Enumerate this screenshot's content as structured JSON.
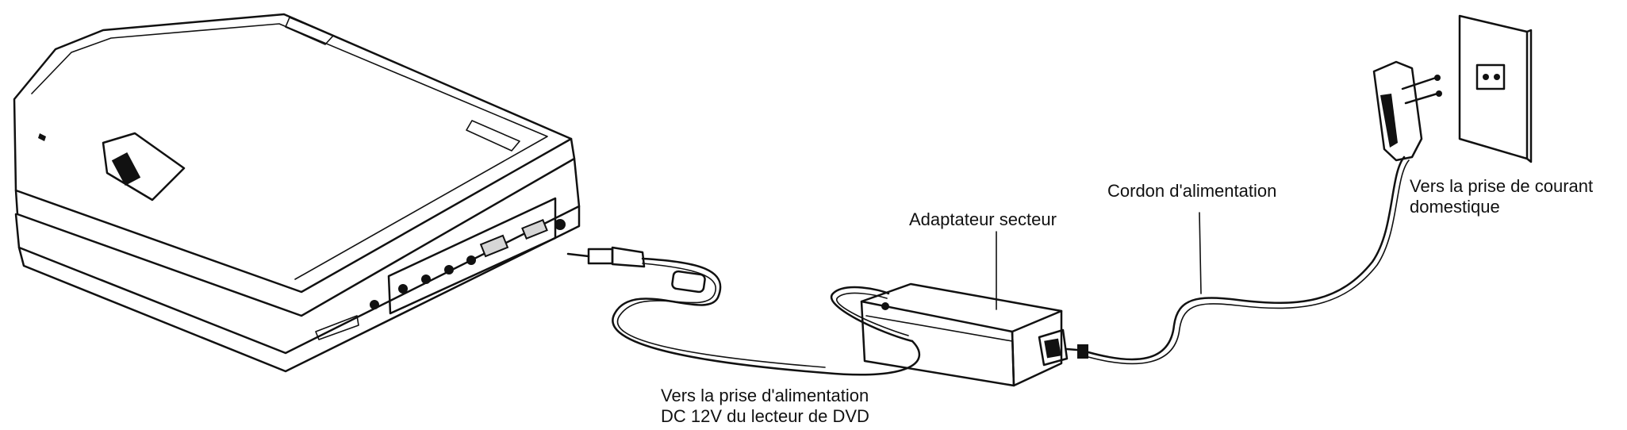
{
  "labels": {
    "adapter": "Adaptateur secteur",
    "cord": "Cordon d'alimentation",
    "outlet_line1": "Vers la prise de courant",
    "outlet_line2": "domestique",
    "dvd_line1": "Vers la prise d'alimentation",
    "dvd_line2": "DC 12V du lecteur de DVD"
  },
  "colors": {
    "ink": "#111111",
    "background": "#ffffff"
  }
}
